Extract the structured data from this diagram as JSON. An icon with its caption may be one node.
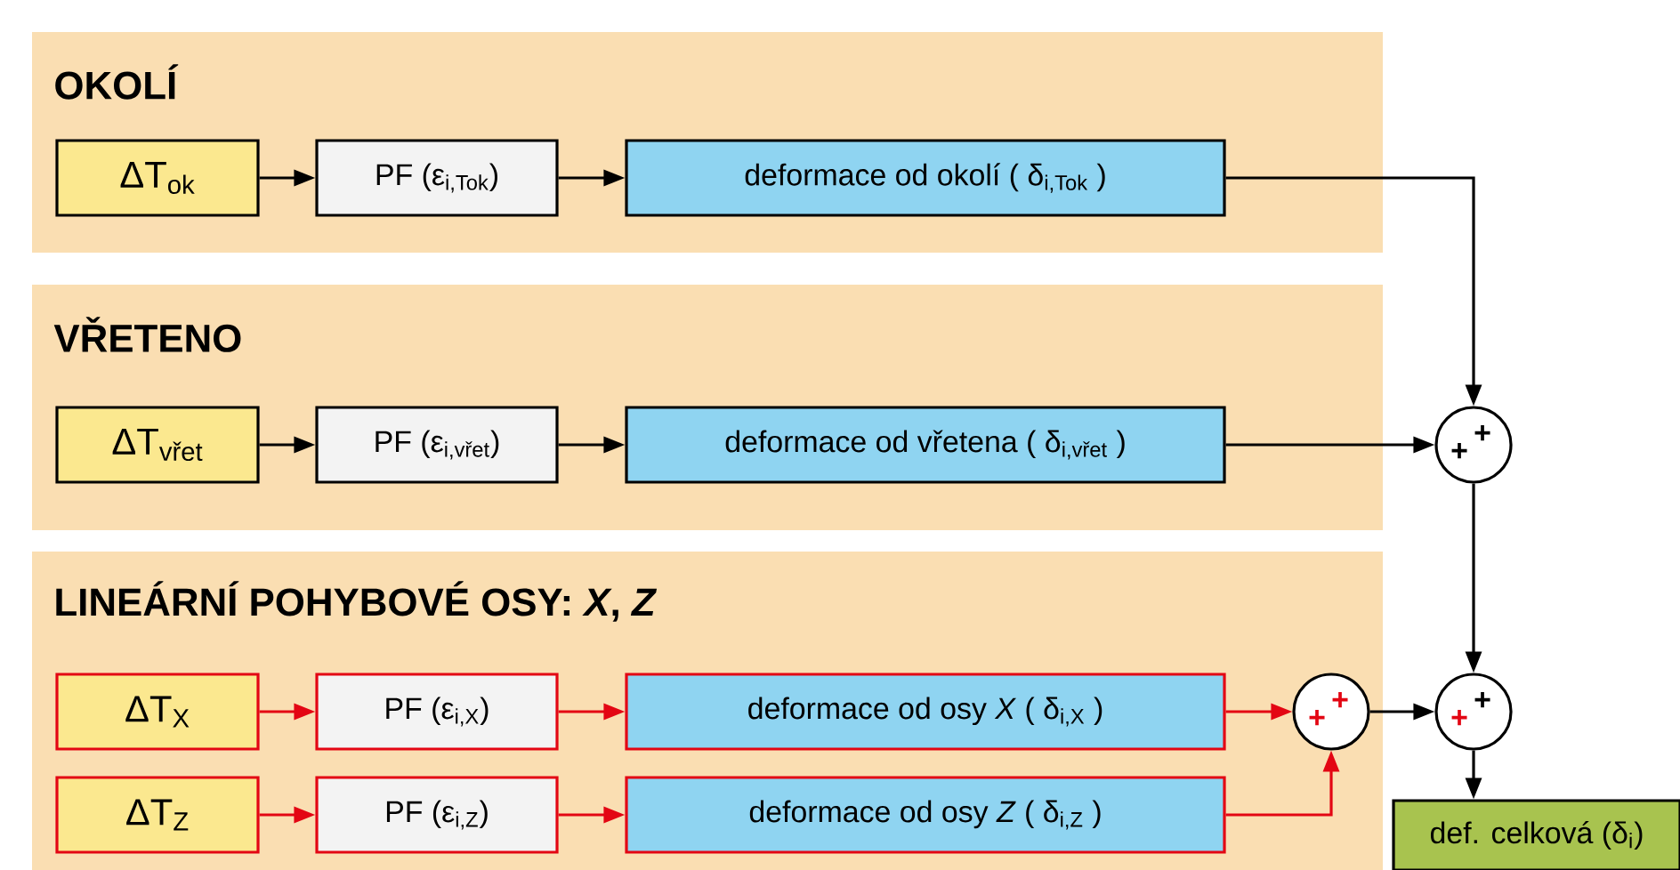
{
  "diagram": {
    "nodes": [
      {
        "text": [
          "OKOLÍ"
        ]
      },
      {
        "text": [
          "ΔT$_{ok}$"
        ],
        "in": 0
      },
      {
        "text": [
          "PF (ε$_{i,Tok}$)"
        ],
        "in": 0
      },
      {
        "text": [
          "deformace od okolí ( δ$_{i,Tok}$ )"
        ],
        "in": 0
      },
      {
        "text": [
          "VŘETENO"
        ]
      },
      {
        "text": [
          "ΔT$_{vřet}$"
        ],
        "in": 4
      },
      {
        "text": [
          "PF (ε$_{i,vřet}$)"
        ],
        "in": 4
      },
      {
        "text": [
          "deformace od vřetena ( δ$_{i,vřet}$ )"
        ],
        "in": 4
      },
      {
        "text": [
          "LINEÁRNÍ POHYBOVÉ OSY: *X*, *Z*"
        ]
      },
      {
        "text": [
          "ΔT$_{X}$"
        ],
        "in": 8
      },
      {
        "text": [
          "PF (ε$_{i,X}$)"
        ],
        "in": 8
      },
      {
        "text": [
          "deformace od osy *X* ( δ$_{i,X}$ )"
        ],
        "in": 8
      },
      {
        "text": [
          "ΔT$_{Z}$"
        ],
        "in": 8
      },
      {
        "text": [
          "PF (ε$_{i,Z}$)"
        ],
        "in": 8
      },
      {
        "text": [
          "deformace od osy *Z* ( δ$_{i,Z}$ )"
        ],
        "in": 8
      },
      {
        "text": [
          "+",
          "+"
        ],
        "in": 8
      },
      {
        "text": [
          "+",
          "+"
        ]
      },
      {
        "text": [
          "+",
          "+"
        ]
      },
      {
        "text": [
          "def. celková (δ$_{i}$)"
        ]
      }
    ],
    "edges": [
      {
        "from": 1,
        "to": 2,
        "arrow": "to"
      },
      {
        "from": 2,
        "to": 3,
        "arrow": "to"
      },
      {
        "from": 5,
        "to": 6,
        "arrow": "to"
      },
      {
        "from": 6,
        "to": 7,
        "arrow": "to"
      },
      {
        "from": 9,
        "to": 10,
        "arrow": "to",
        "color": "#e30613"
      },
      {
        "from": 10,
        "to": 11,
        "arrow": "to",
        "color": "#e30613"
      },
      {
        "from": 11,
        "to": 15,
        "arrow": "to",
        "color": "#e30613"
      },
      {
        "from": 12,
        "to": 13,
        "arrow": "to",
        "color": "#e30613"
      },
      {
        "from": 13,
        "to": 14,
        "arrow": "to",
        "color": "#e30613"
      },
      {
        "from": 14,
        "to": 15,
        "arrow": "to",
        "color": "#e30613"
      },
      {
        "from": 3,
        "to": 16,
        "arrow": "to"
      },
      {
        "from": 7,
        "to": 16,
        "arrow": "to"
      },
      {
        "from": 16,
        "to": 17,
        "arrow": "to"
      },
      {
        "from": 15,
        "to": 17,
        "arrow": "to"
      },
      {
        "from": 17,
        "to": 18,
        "arrow": "to"
      }
    ]
  }
}
